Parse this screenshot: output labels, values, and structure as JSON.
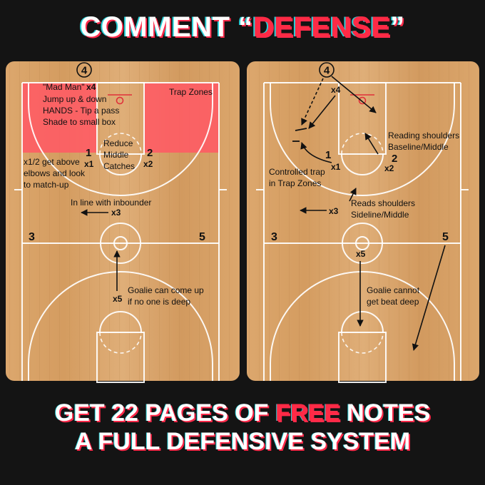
{
  "header": {
    "prefix": "COMMENT “",
    "highlight": "DEFENSE",
    "suffix": "”"
  },
  "footer": {
    "line1_prefix": "GET 22 PAGES OF ",
    "line1_highlight": "FREE",
    "line1_suffix": " NOTES",
    "line2": "A FULL DEFENSIVE SYSTEM"
  },
  "colors": {
    "background": "#141414",
    "court_wood": "#d9a56c",
    "trap_zone": "#ff5a64",
    "accent_red": "#ff2a45",
    "court_lines": "#ffffff"
  },
  "left_court": {
    "circle_label": "4",
    "mad_man_label": "\"Mad Man\"",
    "mad_man_tag": "x4",
    "mad_man_lines": [
      "Jump up & down",
      "HANDS - Tip a pass",
      "Shade to small box"
    ],
    "trap_zones_label": "Trap Zones",
    "reduce_lines": [
      "Reduce",
      "Middle",
      "Catches"
    ],
    "p1": "1",
    "x1": "x1",
    "p2": "2",
    "x2": "x2",
    "x12_lines": [
      "x1/2 get above",
      "elbows and look",
      "to match-up"
    ],
    "inbounder_label": "In line with inbounder",
    "x3": "x3",
    "p3": "3",
    "p5": "5",
    "x5": "x5",
    "goalie_lines": [
      "Goalie can come up",
      "if no one is deep"
    ]
  },
  "right_court": {
    "circle_label": "4",
    "x4": "x4",
    "p1": "1",
    "x1": "x1",
    "p2": "2",
    "x2": "x2",
    "reading_lines": [
      "Reading shoulders",
      "Baseline/Middle"
    ],
    "controlled_lines": [
      "Controlled trap",
      "in Trap Zones"
    ],
    "reads_lines": [
      "Reads shoulders",
      "Sideline/Middle"
    ],
    "x3": "x3",
    "p3": "3",
    "p5": "5",
    "x5": "x5",
    "goalie_lines": [
      "Goalie cannot",
      "get beat deep"
    ]
  }
}
